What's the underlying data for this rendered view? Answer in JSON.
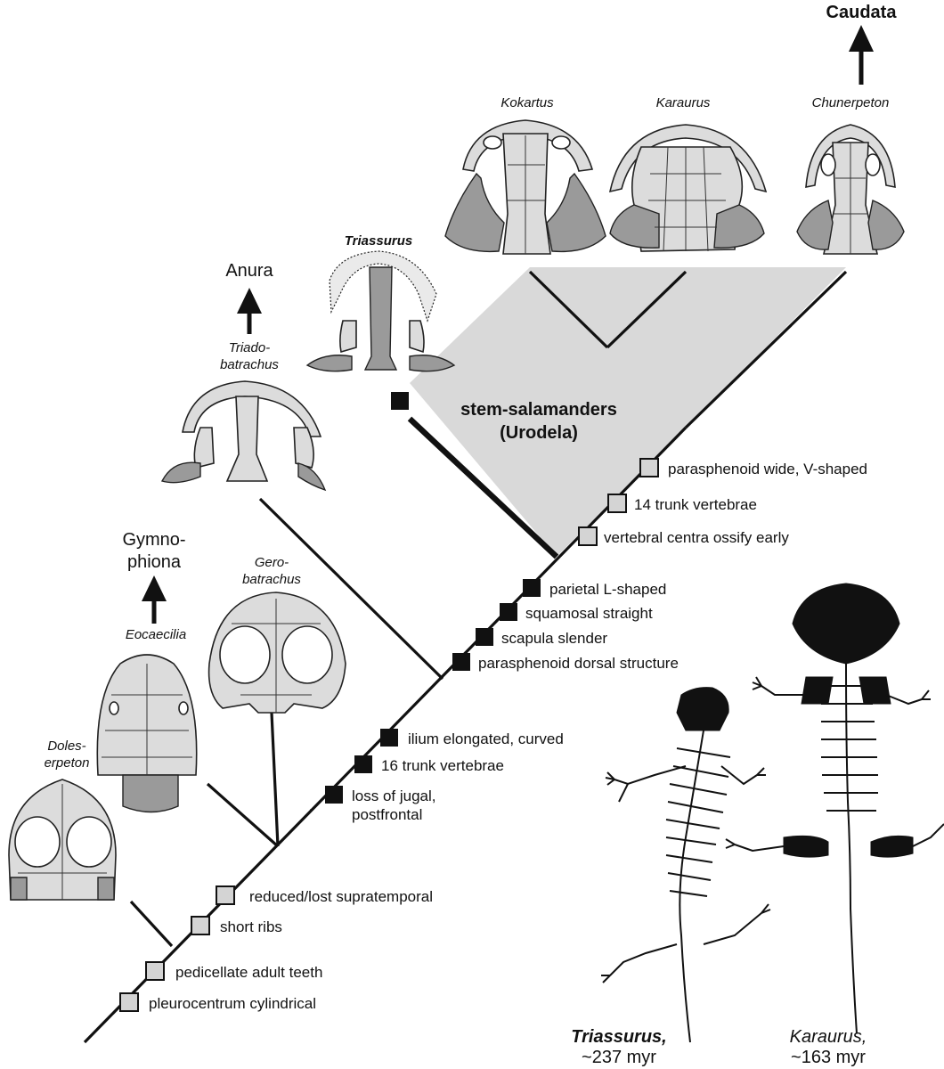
{
  "clades": {
    "caudata": "Caudata",
    "anura": "Anura",
    "gymnophiona_line1": "Gymno-",
    "gymnophiona_line2": "phiona",
    "stem_line1": "stem-salamanders",
    "stem_line2": "(Urodela)"
  },
  "taxa": {
    "kokartus": "Kokartus",
    "karaurus": "Karaurus",
    "chunerpeton": "Chunerpeton",
    "triassurus": "Triassurus",
    "triadobatrachus_line1": "Triado-",
    "triadobatrachus_line2": "batrachus",
    "gerobatrachus_line1": "Gero-",
    "gerobatrachus_line2": "batrachus",
    "eocaecilia": "Eocaecilia",
    "doleserpeton_line1": "Doles-",
    "doleserpeton_line2": "erpeton"
  },
  "characters_open": [
    "parasphenoid wide, V-shaped",
    "14 trunk vertebrae",
    "vertebral centra ossify early",
    "reduced/lost supratemporal",
    "short ribs",
    "pedicellate adult teeth",
    "pleurocentrum cylindrical"
  ],
  "characters_filled": [
    "parietal L-shaped",
    "squamosal straight",
    "scapula slender",
    "parasphenoid dorsal structure",
    "ilium elongated, curved",
    "16 trunk vertebrae",
    "loss of jugal,",
    "postfrontal"
  ],
  "skeletons": {
    "triassurus_name": "Triassurus,",
    "triassurus_age": "~237 myr",
    "karaurus_name": "Karaurus,",
    "karaurus_age": "~163 myr"
  },
  "colors": {
    "shading": "#d9d9d9",
    "line": "#111111",
    "open_marker": "#d4d4d4",
    "filled_marker": "#111111"
  }
}
